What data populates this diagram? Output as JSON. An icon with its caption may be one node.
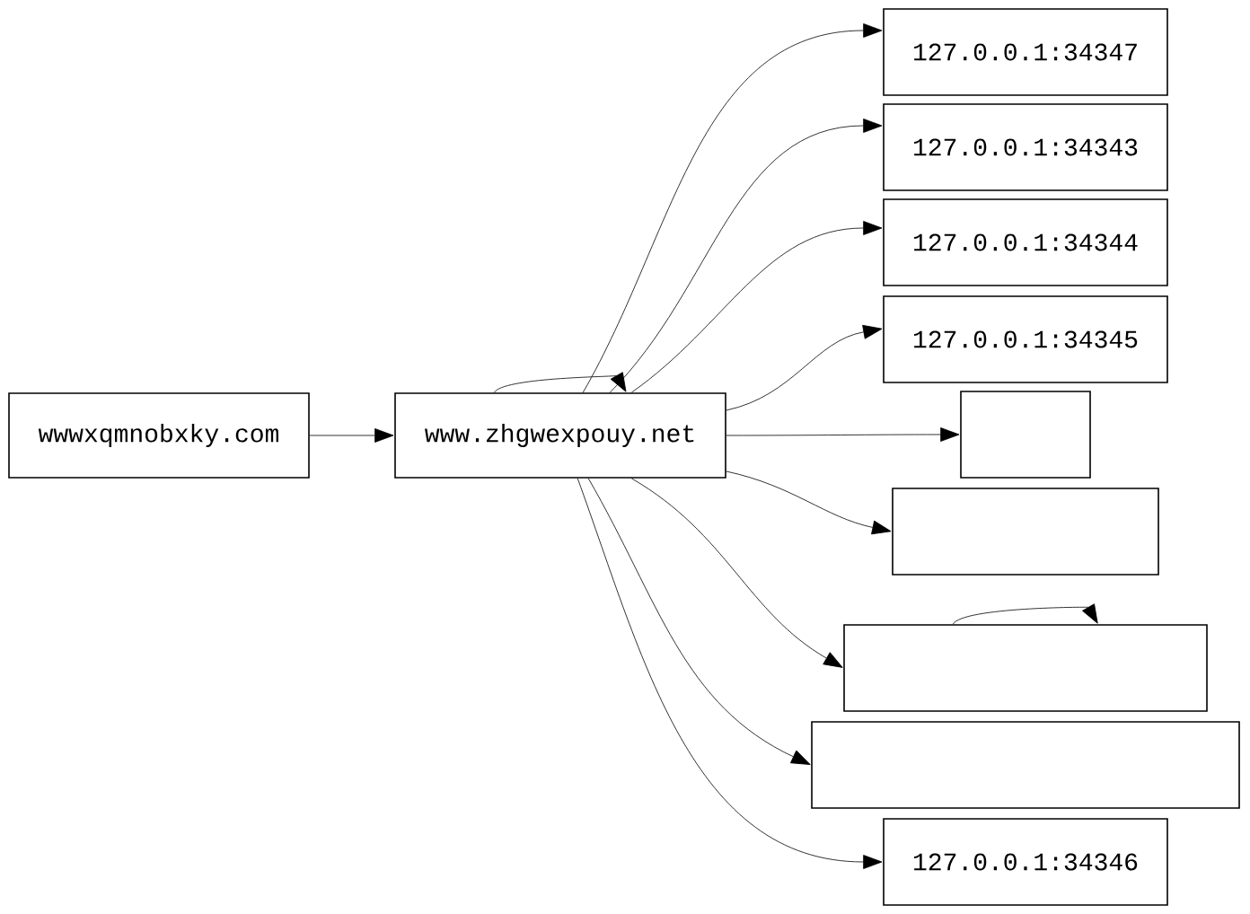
{
  "diagram": {
    "nodes": [
      {
        "text": [
          "wwwxqmnobxky.com"
        ]
      },
      {
        "text": [
          "www.zhgwexpouy.net"
        ]
      },
      {
        "text": [
          "127.0.0.1:34347"
        ]
      },
      {
        "text": [
          "127.0.0.1:34343"
        ]
      },
      {
        "text": [
          "127.0.0.1:34344"
        ]
      },
      {
        "text": [
          "127.0.0.1:34345"
        ]
      },
      {
        "text": [],
        "shape": "box"
      },
      {
        "text": [],
        "shape": "box"
      },
      {
        "text": [],
        "shape": "box"
      },
      {
        "text": [],
        "shape": "box"
      },
      {
        "text": [
          "127.0.0.1:34346"
        ]
      }
    ],
    "edges": [
      {
        "from": 0,
        "to": 1,
        "arrow": "to"
      },
      {
        "from": 1,
        "to": 1,
        "arrow": "to"
      },
      {
        "from": 1,
        "to": 2,
        "arrow": "to"
      },
      {
        "from": 1,
        "to": 3,
        "arrow": "to"
      },
      {
        "from": 1,
        "to": 4,
        "arrow": "to"
      },
      {
        "from": 1,
        "to": 5,
        "arrow": "to"
      },
      {
        "from": 1,
        "to": 6,
        "arrow": "to"
      },
      {
        "from": 1,
        "to": 7,
        "arrow": "to"
      },
      {
        "from": 1,
        "to": 8,
        "arrow": "to"
      },
      {
        "from": 1,
        "to": 9,
        "arrow": "to"
      },
      {
        "from": 1,
        "to": 10,
        "arrow": "to"
      },
      {
        "from": 8,
        "to": 8,
        "arrow": "to"
      }
    ]
  }
}
